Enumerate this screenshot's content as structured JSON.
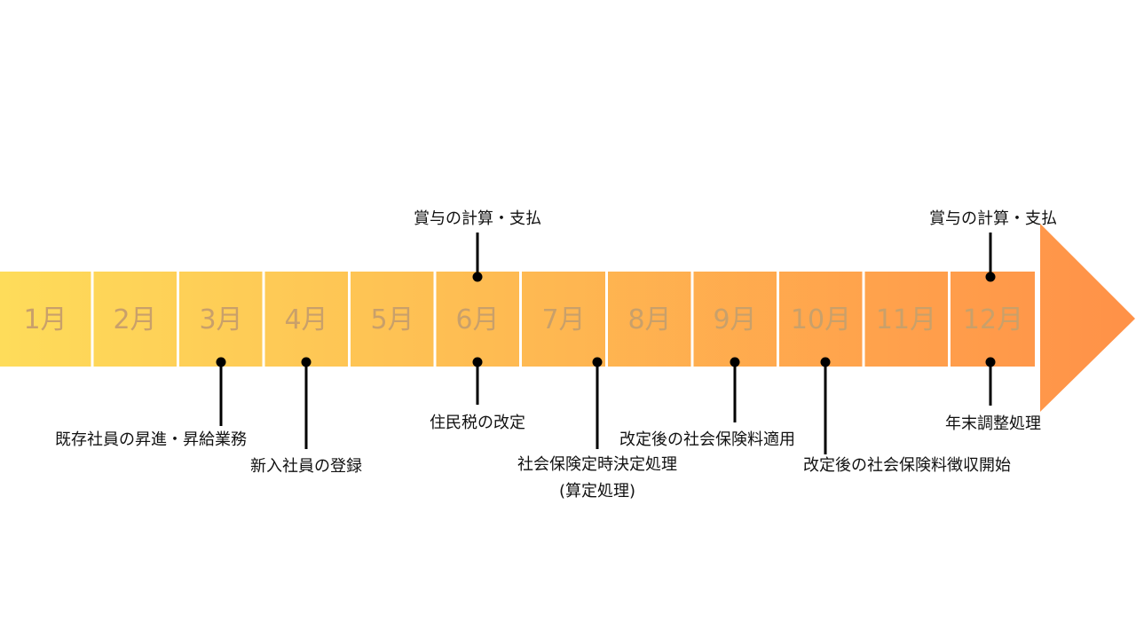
{
  "months": [
    "1月",
    "2月",
    "3月",
    "4月",
    "5月",
    "6月",
    "7月",
    "8月",
    "9月",
    "10月",
    "11月",
    "12月"
  ],
  "colors": {
    "gradient_start": "#fedc5a",
    "gradient_end": "#ff9148",
    "month_text": "#c9a06a",
    "marker": "#000000"
  },
  "events": [
    {
      "id": "bonus-june",
      "month": "6月",
      "position": "above",
      "lines": [
        "賞与の計算・支払"
      ]
    },
    {
      "id": "bonus-december",
      "month": "12月",
      "position": "above",
      "lines": [
        "賞与の計算・支払"
      ]
    },
    {
      "id": "promotion",
      "month": "3月",
      "position": "below",
      "lines": [
        "既存社員の昇進・昇給業務"
      ]
    },
    {
      "id": "new-employee",
      "month": "4月",
      "position": "below",
      "lines": [
        "新入社員の登録"
      ]
    },
    {
      "id": "resident-tax",
      "month": "6月",
      "position": "below",
      "lines": [
        "住民税の改定"
      ]
    },
    {
      "id": "social-insurance-fixed",
      "month": "7月",
      "position": "below",
      "lines": [
        "社会保険定時決定処理",
        "(算定処理)"
      ]
    },
    {
      "id": "revised-insurance-applied",
      "month": "9月",
      "position": "below",
      "lines": [
        "改定後の社会保険料適用"
      ]
    },
    {
      "id": "revised-insurance-collection",
      "month": "10月",
      "position": "below",
      "lines": [
        "改定後の社会保険料徴収開始"
      ]
    },
    {
      "id": "year-end-adjustment",
      "month": "12月",
      "position": "below",
      "lines": [
        "年末調整処理"
      ]
    }
  ]
}
